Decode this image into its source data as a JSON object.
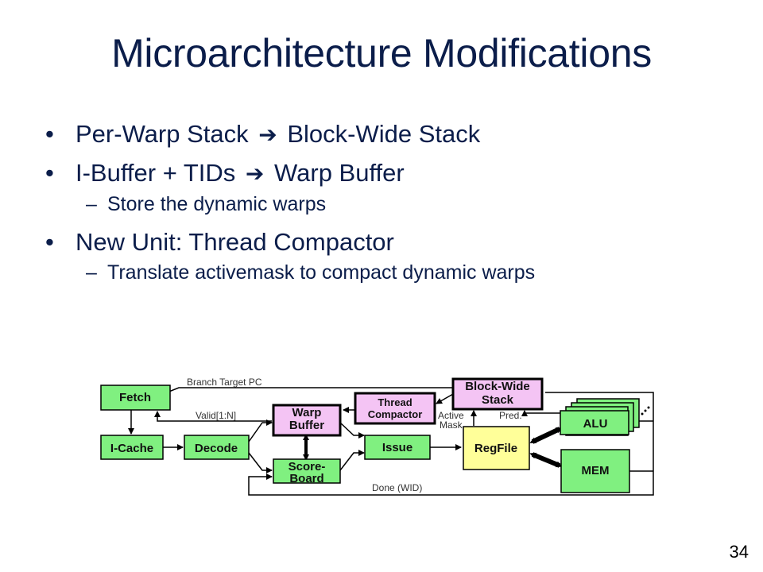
{
  "slide": {
    "title": "Microarchitecture Modifications",
    "page_number": "34"
  },
  "bullets": [
    {
      "text_a": "Per-Warp Stack",
      "text_b": "Block-Wide Stack"
    },
    {
      "text_a": "I-Buffer + TIDs",
      "text_b": "Warp Buffer",
      "sub": "Store the dynamic warps"
    },
    {
      "text": "New Unit: Thread Compactor",
      "sub": "Translate activemask to compact dynamic warps"
    }
  ],
  "diagram": {
    "blocks": {
      "fetch": "Fetch",
      "icache": "I-Cache",
      "decode": "Decode",
      "warp_buffer_l1": "Warp",
      "warp_buffer_l2": "Buffer",
      "scoreboard_l1": "Score-",
      "scoreboard_l2": "Board",
      "thread_compactor_l1": "Thread",
      "thread_compactor_l2": "Compactor",
      "block_wide_stack_l1": "Block-Wide",
      "block_wide_stack_l2": "Stack",
      "issue": "Issue",
      "regfile": "RegFile",
      "alu": "ALU",
      "mem": "MEM"
    },
    "labels": {
      "branch_target": "Branch Target PC",
      "valid": "Valid[1:N]",
      "active_mask_l1": "Active",
      "active_mask_l2": "Mask",
      "pred": "Pred.",
      "done": "Done (WID)"
    },
    "colors": {
      "green": "#80f080",
      "pink": "#f4c4f4",
      "yellow": "#ffff99",
      "title": "#0b1d4a"
    }
  }
}
